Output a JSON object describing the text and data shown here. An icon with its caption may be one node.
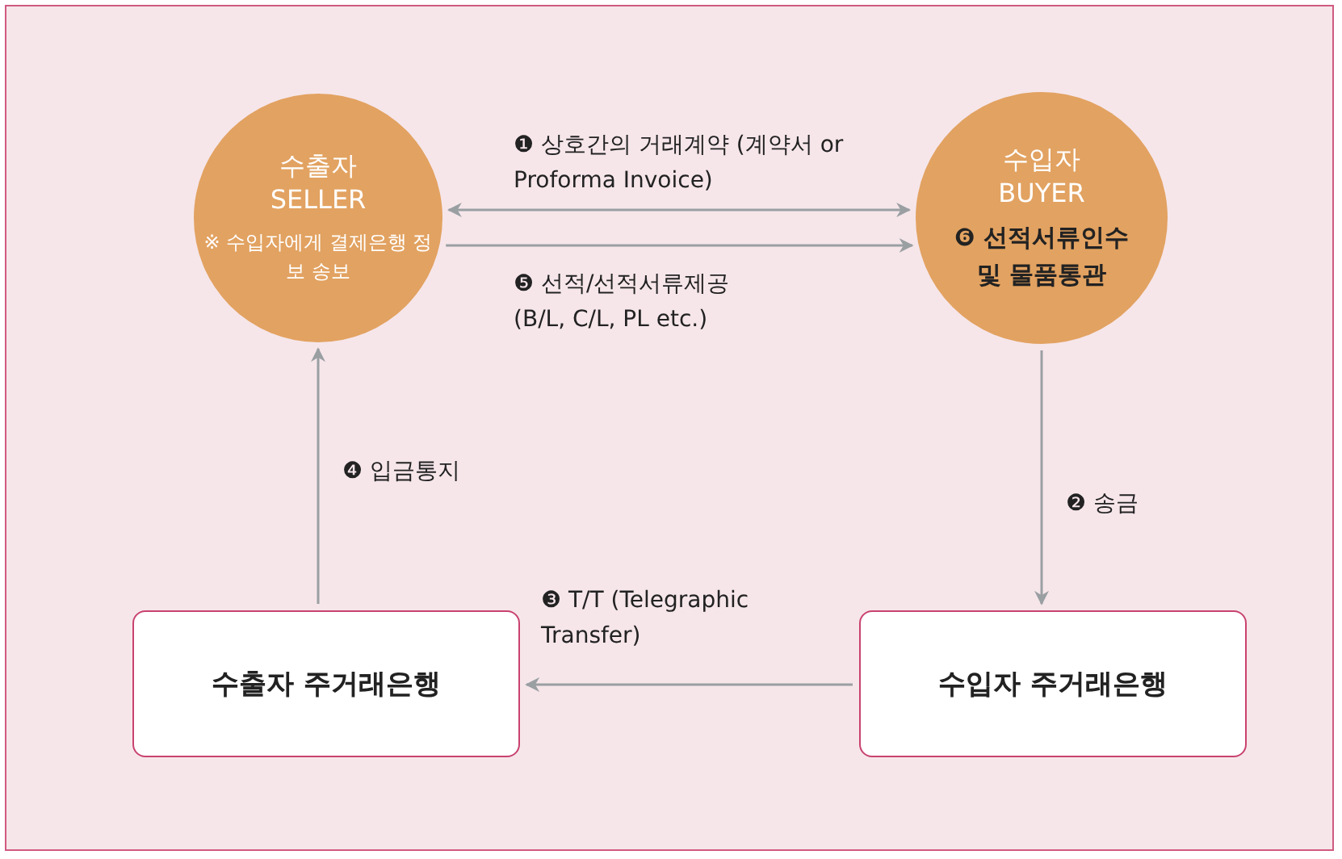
{
  "diagram": {
    "nodes": [
      {
        "text": [
          "수출자 SELLER",
          "※ 수입자에게 결제은행 정보 송보"
        ]
      },
      {
        "text": [
          "수입자 BUYER",
          "❻ 선적서류인수 및 물품통관"
        ]
      },
      {
        "text": [
          "수출자 주거래은행"
        ]
      },
      {
        "text": [
          "수입자 주거래은행"
        ]
      }
    ],
    "edges": [
      {
        "from": 0,
        "to": 1,
        "arrow": "both",
        "label": "❶ 상호간의 거래계약 (계약서 or Proforma Invoice)"
      },
      {
        "from": 0,
        "to": 1,
        "arrow": "to",
        "label": "❺ 선적/선적서류제공 (B/L, C/L, PL etc.)"
      },
      {
        "from": 1,
        "to": 3,
        "arrow": "to",
        "label": "❷ 송금"
      },
      {
        "from": 3,
        "to": 2,
        "arrow": "to",
        "label": "❸ T/T (Telegraphic Transfer)"
      },
      {
        "from": 2,
        "to": 0,
        "arrow": "to",
        "label": "❹ 입금통지"
      }
    ]
  }
}
